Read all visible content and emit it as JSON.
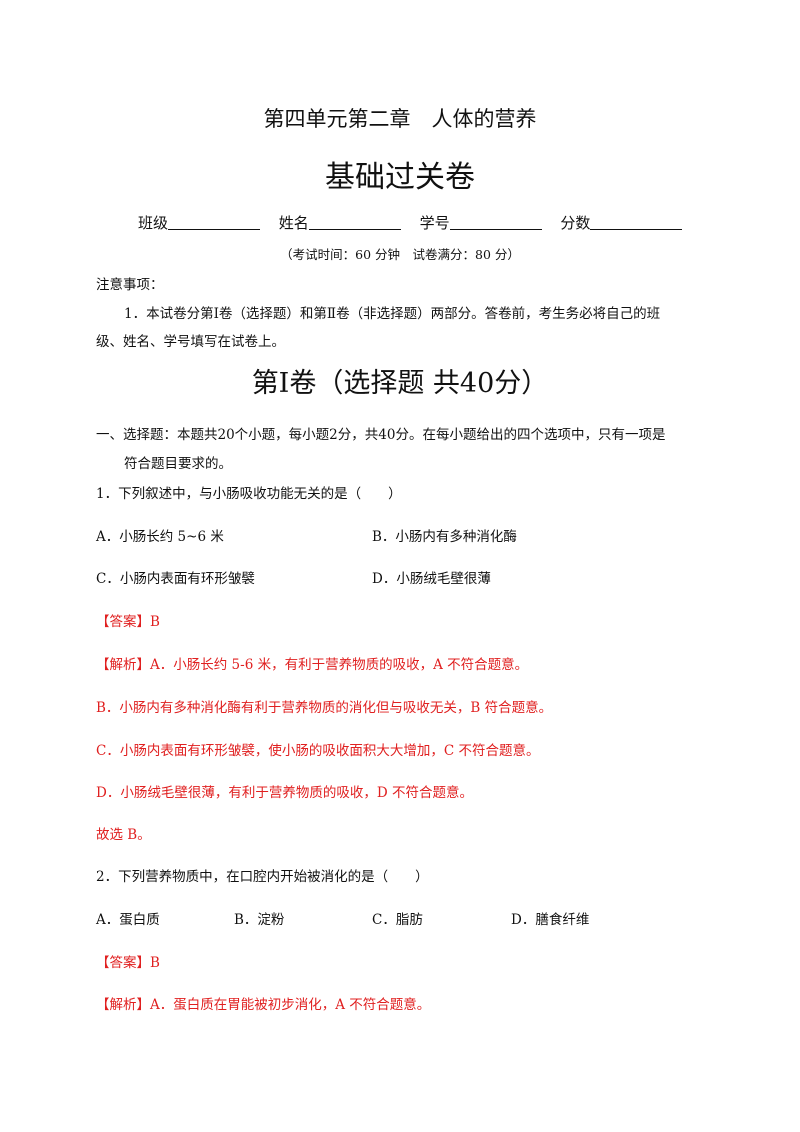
{
  "header": {
    "title": "第四单元第二章　人体的营养",
    "subtitle": "基础过关卷"
  },
  "info_fields": {
    "class_label": "班级",
    "name_label": "姓名",
    "id_label": "学号",
    "score_label": "分数"
  },
  "exam_info": "（考试时间：60 分钟　试卷满分：80 分）",
  "notes": {
    "heading": "注意事项：",
    "line1": "1．本试卷分第Ⅰ卷（选择题）和第Ⅱ卷（非选择题）两部分。答卷前，考生务必将自己的班",
    "line2": "级、姓名、学号填写在试卷上。"
  },
  "section_title": "第Ⅰ卷（选择题 共40分）",
  "part_one": {
    "line1": "一、选择题：本题共20个小题，每小题2分，共40分。在每小题给出的四个选项中，只有一项是",
    "line2": "符合题目要求的。"
  },
  "q1": {
    "stem": "1．下列叙述中，与小肠吸收功能无关的是（　　）",
    "a": "A．小肠长约 5~6 米",
    "b": "B．小肠内有多种消化酶",
    "c": "C．小肠内表面有环形皱襞",
    "d": "D．小肠绒毛壁很薄",
    "answer": "【答案】B",
    "analysis1": "【解析】A．小肠长约 5-6 米，有利于营养物质的吸收，A 不符合题意。",
    "analysis2": "B．小肠内有多种消化酶有利于营养物质的消化但与吸收无关，B 符合题意。",
    "analysis3": "C．小肠内表面有环形皱襞，使小肠的吸收面积大大增加，C 不符合题意。",
    "analysis4": "D．小肠绒毛壁很薄，有利于营养物质的吸收，D 不符合题意。",
    "conclusion": "故选 B。"
  },
  "q2": {
    "stem": "2．下列营养物质中，在口腔内开始被消化的是（　　）",
    "a": "A．蛋白质",
    "b": "B．淀粉",
    "c": "C．脂肪",
    "d": "D．膳食纤维",
    "answer": "【答案】B",
    "analysis1": "【解析】A．蛋白质在胃能被初步消化，A 不符合题意。"
  },
  "colors": {
    "text": "#111111",
    "answer_red": "#e02020"
  }
}
